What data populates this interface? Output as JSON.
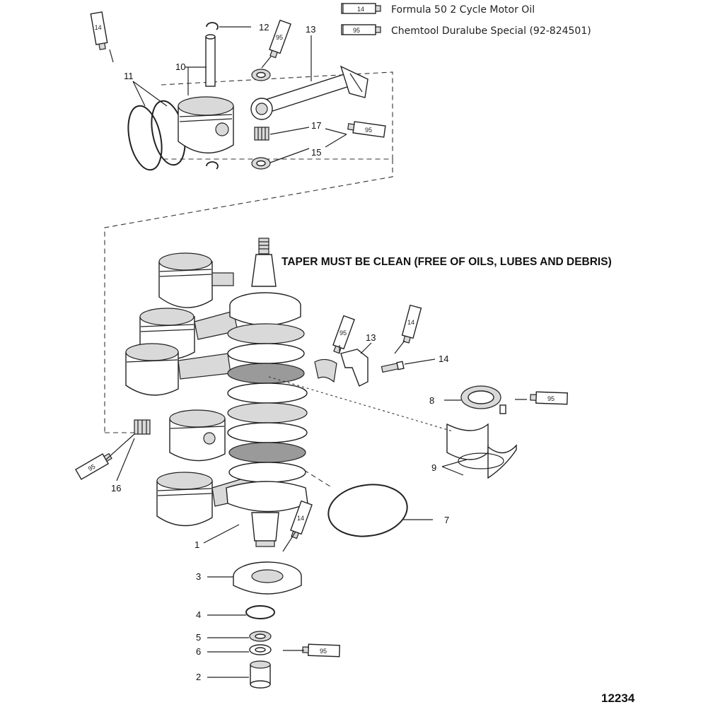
{
  "legend": [
    {
      "code": "14",
      "text": "Formula 50 2 Cycle Motor Oil"
    },
    {
      "code": "95",
      "text": "Chemtool Duralube Special (92-824501)"
    }
  ],
  "note": "TAPER MUST BE CLEAN (FREE OF OILS, LUBES AND DEBRIS)",
  "figure_number": "12234",
  "callouts": {
    "c1": "1",
    "c2": "2",
    "c3": "3",
    "c4": "4",
    "c5": "5",
    "c6": "6",
    "c7": "7",
    "c8": "8",
    "c9": "9",
    "c10": "10",
    "c11": "11",
    "c12": "12",
    "c13a": "13",
    "c13b": "13",
    "c14": "14",
    "c15": "15",
    "c16": "16",
    "c17": "17"
  },
  "tubes": {
    "t_top_left": "14",
    "t_top_95": "95",
    "t_17": "95",
    "t_mid_95": "95",
    "t_mid_14": "14",
    "t_8": "95",
    "t_16": "95",
    "t_3": "14",
    "t_6": "95"
  }
}
